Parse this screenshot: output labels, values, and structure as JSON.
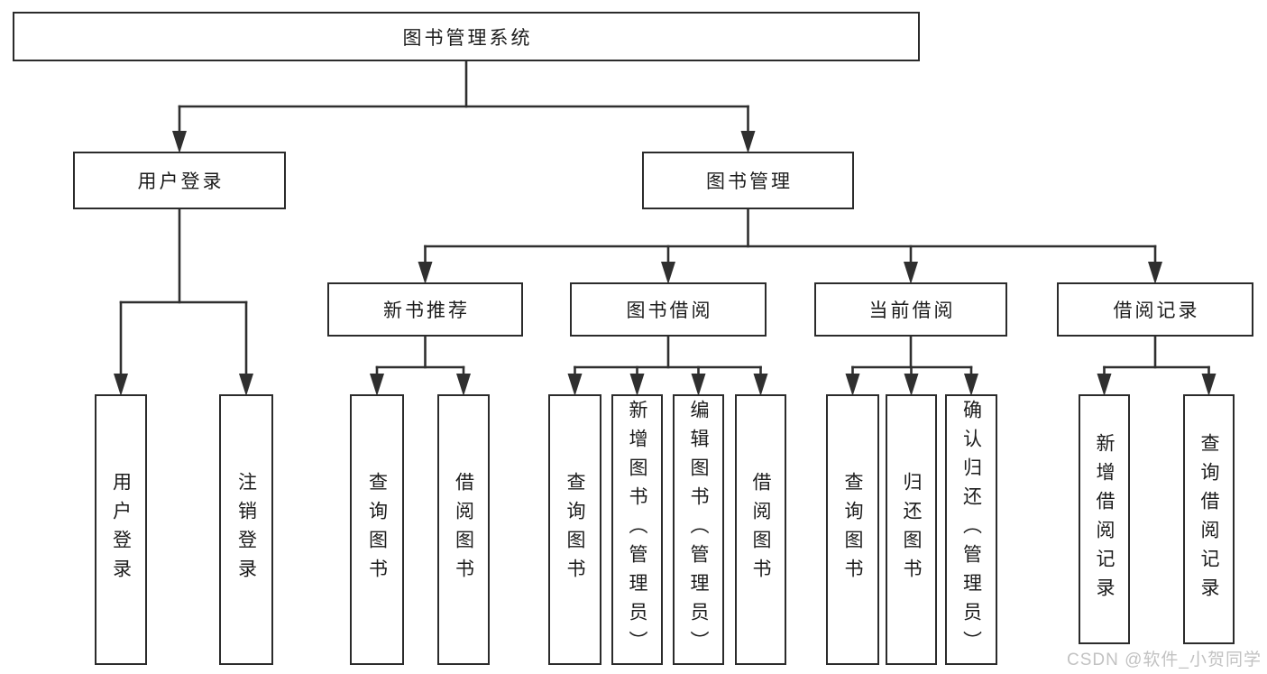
{
  "diagram": {
    "nodes": [
      {
        "id": "system",
        "label": "图书管理系统",
        "parent": null,
        "text_direction": "horizontal"
      },
      {
        "id": "user-login-branch",
        "label": "用户登录",
        "parent": "system",
        "text_direction": "horizontal"
      },
      {
        "id": "book-management",
        "label": "图书管理",
        "parent": "system",
        "text_direction": "horizontal"
      },
      {
        "id": "new-book-recommend",
        "label": "新书推荐",
        "parent": "book-management",
        "text_direction": "horizontal"
      },
      {
        "id": "book-borrowing",
        "label": "图书借阅",
        "parent": "book-management",
        "text_direction": "horizontal"
      },
      {
        "id": "current-borrowing",
        "label": "当前借阅",
        "parent": "book-management",
        "text_direction": "horizontal"
      },
      {
        "id": "borrowing-records",
        "label": "借阅记录",
        "parent": "book-management",
        "text_direction": "horizontal"
      },
      {
        "id": "user-login",
        "label": "用户登录",
        "parent": "user-login-branch",
        "text_direction": "vertical"
      },
      {
        "id": "logout",
        "label": "注销登录",
        "parent": "user-login-branch",
        "text_direction": "vertical"
      },
      {
        "id": "query-books-recommend",
        "label": "查询图书",
        "parent": "new-book-recommend",
        "text_direction": "vertical"
      },
      {
        "id": "borrow-books-recommend",
        "label": "借阅图书",
        "parent": "new-book-recommend",
        "text_direction": "vertical"
      },
      {
        "id": "query-books-borrowing",
        "label": "查询图书",
        "parent": "book-borrowing",
        "text_direction": "vertical"
      },
      {
        "id": "add-books-admin",
        "label": "新增图书（管理员）",
        "parent": "book-borrowing",
        "text_direction": "vertical"
      },
      {
        "id": "edit-books-admin",
        "label": "编辑图书（管理员）",
        "parent": "book-borrowing",
        "text_direction": "vertical"
      },
      {
        "id": "borrow-books-borrowing",
        "label": "借阅图书",
        "parent": "book-borrowing",
        "text_direction": "vertical"
      },
      {
        "id": "query-books-current",
        "label": "查询图书",
        "parent": "current-borrowing",
        "text_direction": "vertical"
      },
      {
        "id": "return-books",
        "label": "归还图书",
        "parent": "current-borrowing",
        "text_direction": "vertical"
      },
      {
        "id": "confirm-return-admin",
        "label": "确认归还（管理员）",
        "parent": "current-borrowing",
        "text_direction": "vertical"
      },
      {
        "id": "add-borrow-record",
        "label": "新增借阅记录",
        "parent": "borrowing-records",
        "text_direction": "vertical"
      },
      {
        "id": "query-borrow-record",
        "label": "查询借阅记录",
        "parent": "borrowing-records",
        "text_direction": "vertical"
      }
    ]
  },
  "watermark": {
    "text": "CSDN @软件_小贺同学"
  },
  "colors": {
    "background": "#ffffff",
    "line": "#2f2f2f",
    "box_border": "#2b2b2b",
    "box_fill": "#ffffff",
    "text": "#1c1c1c",
    "watermark": "#c2c2c2"
  }
}
